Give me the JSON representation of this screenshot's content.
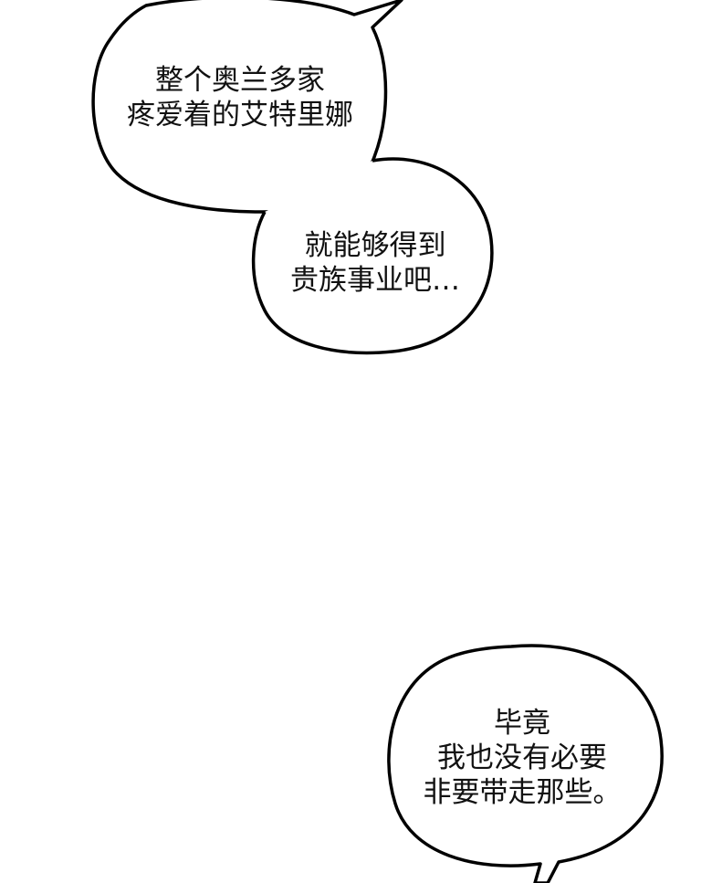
{
  "bubbles": [
    {
      "lines": [
        "整个奥兰多家",
        "疼爱着的艾特里娜"
      ]
    },
    {
      "lines": [
        "就能够得到",
        "贵族事业吧…"
      ]
    },
    {
      "lines": [
        "毕竟",
        "我也没有必要",
        "非要带走那些。"
      ]
    }
  ],
  "colors": {
    "background": "#ffffff",
    "ink": "#111111"
  }
}
